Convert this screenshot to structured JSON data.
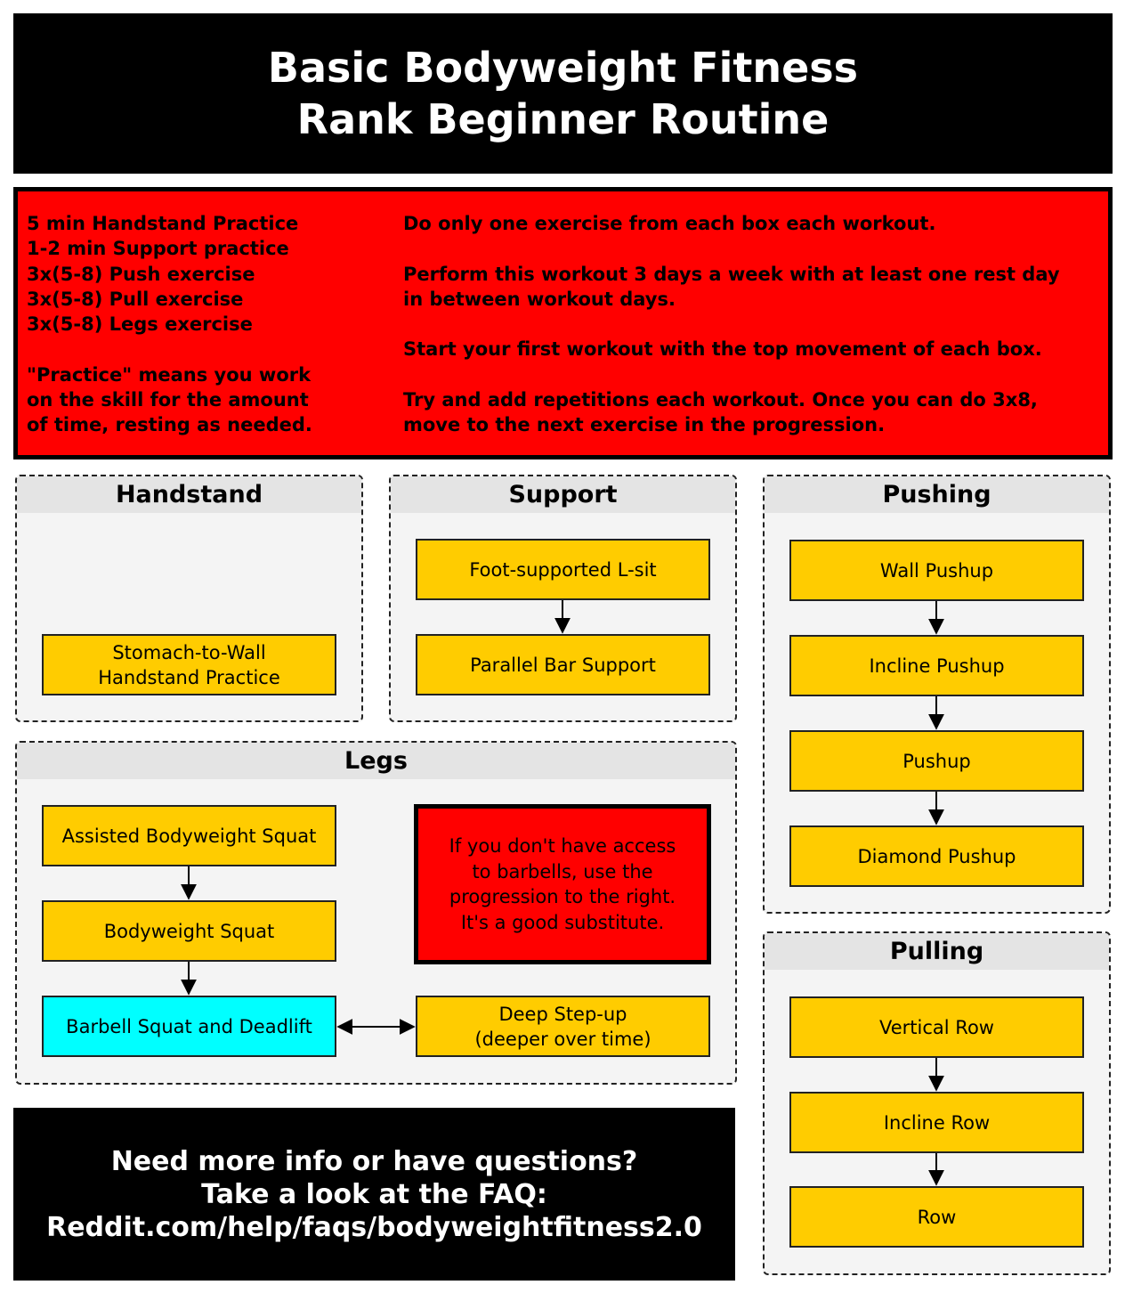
{
  "title": {
    "line1": "Basic Bodyweight Fitness",
    "line2": "Rank Beginner Routine"
  },
  "instructions": {
    "left_lines": [
      "5 min Handstand Practice",
      "1-2 min Support practice",
      "3x(5-8) Push exercise",
      "3x(5-8) Pull exercise",
      "3x(5-8) Legs exercise"
    ],
    "practice_note": [
      "\"Practice\" means you work",
      "on the skill for the amount",
      "of time, resting as needed."
    ],
    "right_paragraphs": [
      [
        "Do only one exercise from each box each workout."
      ],
      [
        "Perform this workout 3 days a week with at least one rest day",
        "in between workout days."
      ],
      [
        "Start your first workout with the top movement of each box."
      ],
      [
        "Try and add repetitions each workout. Once you can do 3x8,",
        "move to the next exercise in the progression."
      ]
    ]
  },
  "handstand": {
    "title": "Handstand",
    "exercises": [
      [
        "Stomach-to-Wall",
        "Handstand Practice"
      ]
    ]
  },
  "support": {
    "title": "Support",
    "exercises": [
      "Foot-supported L-sit",
      "Parallel Bar Support"
    ]
  },
  "pushing": {
    "title": "Pushing",
    "exercises": [
      "Wall Pushup",
      "Incline Pushup",
      "Pushup",
      "Diamond Pushup"
    ]
  },
  "legs": {
    "title": "Legs",
    "exercises": [
      "Assisted Bodyweight Squat",
      "Bodyweight Squat",
      "Barbell Squat and Deadlift"
    ],
    "alternative": [
      "Deep Step-up",
      "(deeper over time)"
    ],
    "note": [
      "If you don't have access",
      "to barbells, use the",
      "progression to the right.",
      "It's a good substitute."
    ]
  },
  "pulling": {
    "title": "Pulling",
    "exercises": [
      "Vertical Row",
      "Incline Row",
      "Row"
    ]
  },
  "footer": {
    "line1": "Need more info or have questions?",
    "line2": "Take a look at the FAQ:",
    "line3": "Reddit.com/help/faqs/bodyweightfitness2.0"
  },
  "colors": {
    "banner": "#000000",
    "instructions": "#ff0000",
    "exercise": "#ffcc00",
    "barbell_highlight": "#00ffff",
    "panel": "#f4f4f4",
    "panel_header": "#e4e4e4"
  }
}
